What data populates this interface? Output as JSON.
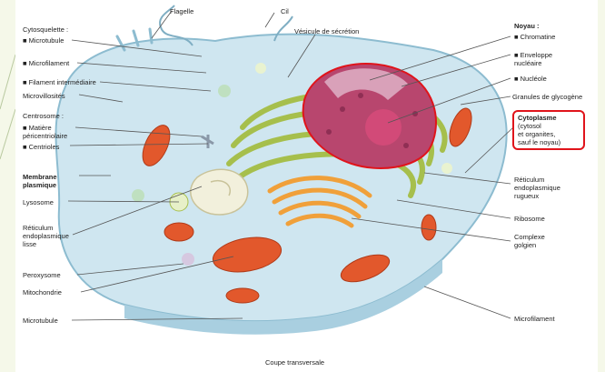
{
  "colors": {
    "page_background": "#f5f8e9",
    "sheet": "#ffffff",
    "cytoplasm": "#cfe6f0",
    "nucleus": "#b8466e",
    "nucleolus": "#d24a78",
    "mitochondrion": "#e2582c",
    "rough_er": "#c2d36a",
    "golgi": "#f0a03a",
    "highlight_box": "#e0141b"
  },
  "labels": {
    "flagelle": "Flagelle",
    "cil": "Cil",
    "vesicule": "Vésicule de sécrétion",
    "cytosquelette": "Cytosquelette :",
    "microtubule_top": "■ Microtubule",
    "microfilament_top": "■ Microfilament",
    "filament_intermediaire": "■ Filament intermédiaire",
    "microvillosites": "Microvillosités",
    "centrosome": "Centrosome :",
    "matiere_pericentriolaire": "■ Matière\npéricentriolaire",
    "centrioles": "■ Centrioles",
    "membrane_plasmique": "Membrane\nplasmique",
    "lysosome": "Lysosome",
    "reticulum_lisse": "Réticulum\nendoplasmique\nlisse",
    "peroxysome": "Peroxysome",
    "mitochondrie": "Mitochondrie",
    "microtubule_bottom": "Microtubule",
    "noyau": "Noyau :",
    "chromatine": "■ Chromatine",
    "enveloppe": "■ Enveloppe\nnucléaire",
    "nucleole": "■ Nucléole",
    "granules": "Granules de glycogène",
    "cytoplasme_title": "Cytoplasme",
    "cytoplasme_desc": "(cytosol\net organites,\nsauf le noyau)",
    "reticulum_rugueux": "Réticulum\nendoplasmique\nrugueux",
    "ribosome": "Ribosome",
    "complexe_golgien": "Complexe\ngolgien",
    "microfilament_bottom": "Microfilament",
    "coupe": "Coupe transversale"
  }
}
